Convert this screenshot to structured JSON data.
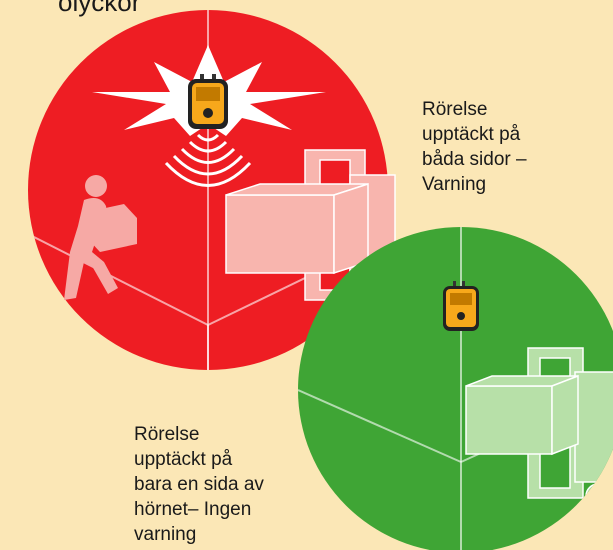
{
  "top_caption": "olyckor",
  "warning_caption": "Rörelse\nupptäckt på\nbåda sidor –\nVarning",
  "no_warning_caption": "Rörelse\nupptäckt på\nbara en sida av\nhörnet– Ingen\nvarning",
  "colors": {
    "background": "#fbe7b6",
    "warning_circle": "#ee1d23",
    "safe_circle": "#3fa535",
    "sensor_body": "#f7a81b"
  },
  "icons": {
    "sensor": "corner-safety-sensor-icon",
    "worker": "person-carrying-box-icon",
    "forklift": "forklift-icon",
    "alarm_burst": "alarm-flash-icon",
    "sound_waves": "sound-waves-icon"
  }
}
